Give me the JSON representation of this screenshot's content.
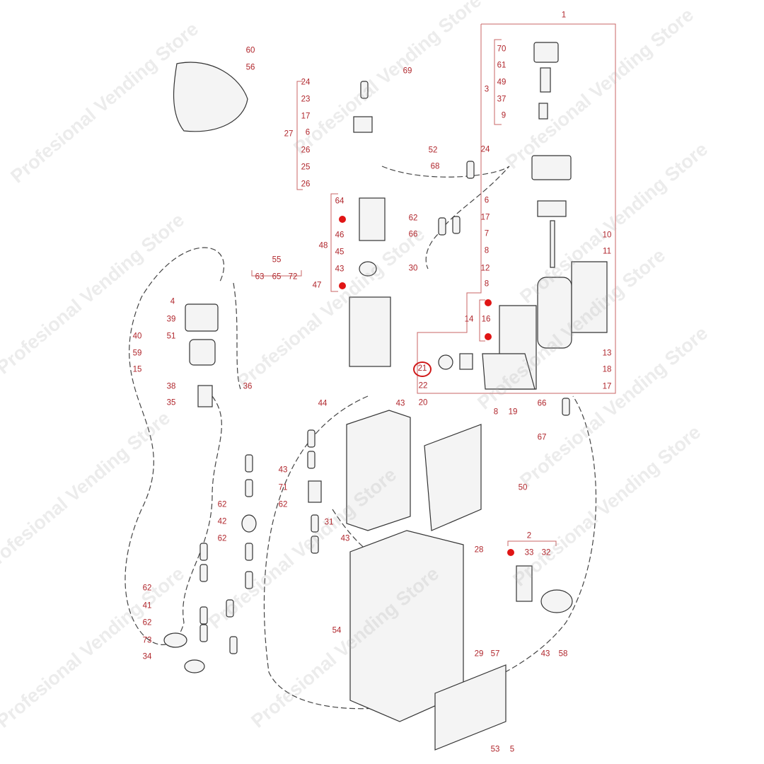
{
  "diagram": {
    "title_number": "1",
    "watermark": "Profesional Vending Store",
    "accent_color": "#b0262c",
    "marker_color": "#e01515",
    "labels": [
      "1",
      "70",
      "61",
      "49",
      "3",
      "37",
      "9",
      "60",
      "56",
      "69",
      "24",
      "23",
      "17",
      "27",
      "6",
      "26",
      "25",
      "26",
      "52",
      "24",
      "68",
      "6",
      "17",
      "62",
      "66",
      "64",
      "46",
      "48",
      "45",
      "43",
      "7",
      "10",
      "8",
      "11",
      "30",
      "12",
      "55",
      "63",
      "65",
      "72",
      "47",
      "8",
      "4",
      "39",
      "14",
      "16",
      "40",
      "51",
      "59",
      "15",
      "13",
      "18",
      "21",
      "22",
      "38",
      "36",
      "17",
      "20",
      "35",
      "44",
      "43",
      "8",
      "19",
      "66",
      "67",
      "43",
      "50",
      "71",
      "62",
      "62",
      "31",
      "42",
      "43",
      "62",
      "2",
      "33",
      "32",
      "28",
      "62",
      "41",
      "62",
      "54",
      "29",
      "57",
      "43",
      "58",
      "73",
      "34",
      "53",
      "5"
    ]
  }
}
